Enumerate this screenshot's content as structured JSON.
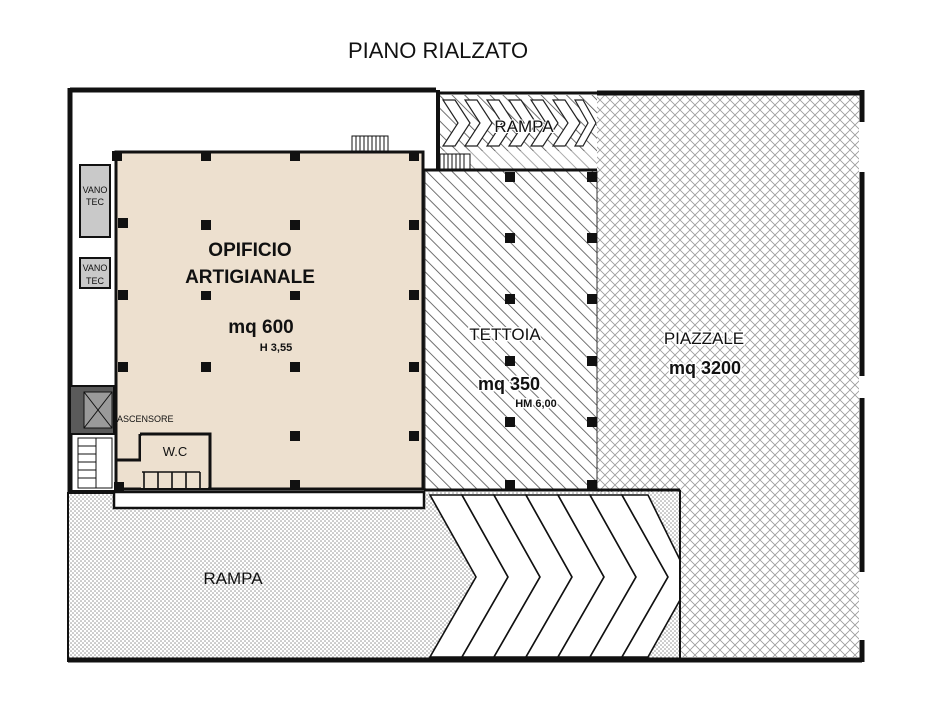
{
  "title": "PIANO RIALZATO",
  "rooms": {
    "opificio": {
      "name_line1": "OPIFICIO",
      "name_line2": "ARTIGIANALE",
      "area": "mq 600",
      "height": "H 3,55"
    },
    "tettoia": {
      "name": "TETTOIA",
      "area": "mq 350",
      "height": "HM 6,00"
    },
    "piazzale": {
      "name": "PIAZZALE",
      "area": "mq 3200"
    },
    "rampa_top": {
      "name": "RAMPA"
    },
    "rampa_bottom": {
      "name": "RAMPA"
    },
    "vano_tec_1": {
      "line1": "VANO",
      "line2": "TEC"
    },
    "vano_tec_2": {
      "line1": "VANO",
      "line2": "TEC"
    },
    "ascensore": {
      "name": "ASCENSORE"
    },
    "wc": {
      "name": "W.C"
    }
  },
  "colors": {
    "opificio_fill": "#ede0cf",
    "wall": "#111111",
    "hatch": "#555555",
    "dots": "#7a7a7a",
    "vano_fill": "#c9c9c9"
  }
}
